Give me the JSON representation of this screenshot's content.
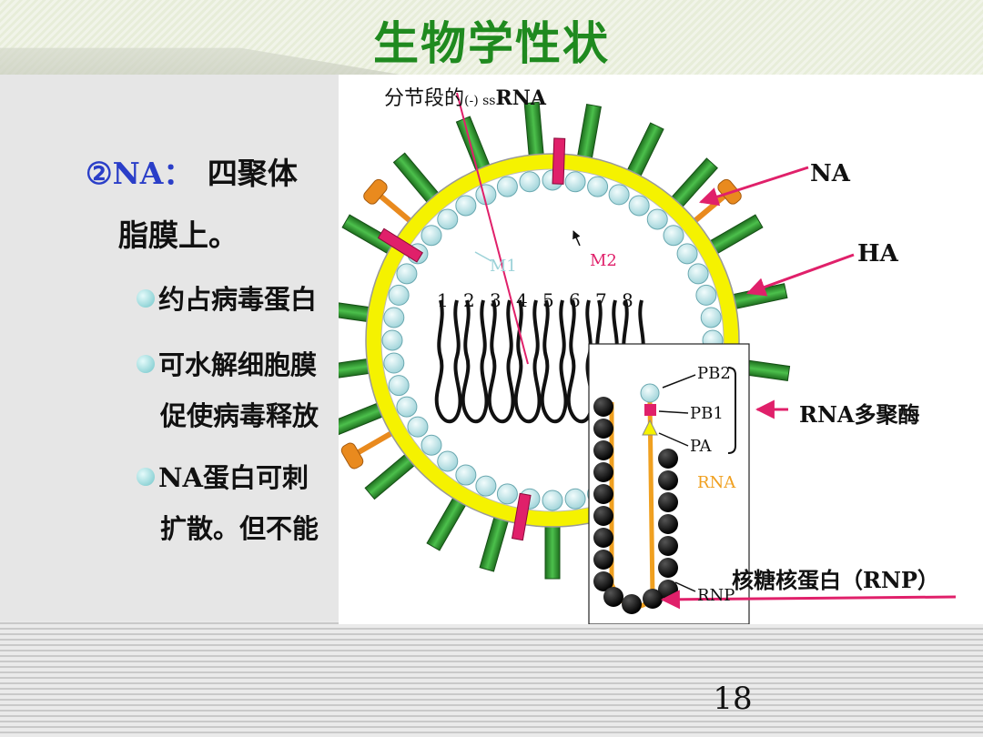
{
  "title": "生物学性状",
  "page_number": "18",
  "text": {
    "line1_circled": "②",
    "line1_rest": "NA：",
    "line1_text": "四聚体",
    "line2": "脂膜上。",
    "bullet1": "约占病毒蛋白",
    "bullet2a": "可水解细胞膜",
    "bullet2b": "促使病毒释放",
    "bullet3a": "NA蛋白可刺",
    "bullet3b": "扩散。但不能"
  },
  "diagram": {
    "top_label_prefix": "分节段的",
    "top_label_small": "(-) ss",
    "top_label_suffix": "RNA",
    "na_label": "NA",
    "ha_label": "HA",
    "m1_label": "M1",
    "m2_label": "M2",
    "segment_numbers": [
      "1",
      "2",
      "3",
      "4",
      "5",
      "6",
      "7",
      "8"
    ],
    "pb2_label": "PB2",
    "pb1_label": "PB1",
    "pa_label": "PA",
    "rna_small_label": "RNA",
    "rnp_small_label": "RNP",
    "polymerase_label": "RNA多聚酶",
    "rnp_full_label": "核糖核蛋白（RNP）"
  },
  "colors": {
    "title_green": "#1f8a1f",
    "membrane_yellow": "#f5f200",
    "ha_green": "#2a9a2a",
    "na_orange": "#e98a1e",
    "m2_magenta": "#e0206a",
    "arrow_magenta": "#e0206a",
    "m1_blue": "#a8d8e0",
    "rna_orange": "#f0a020"
  }
}
